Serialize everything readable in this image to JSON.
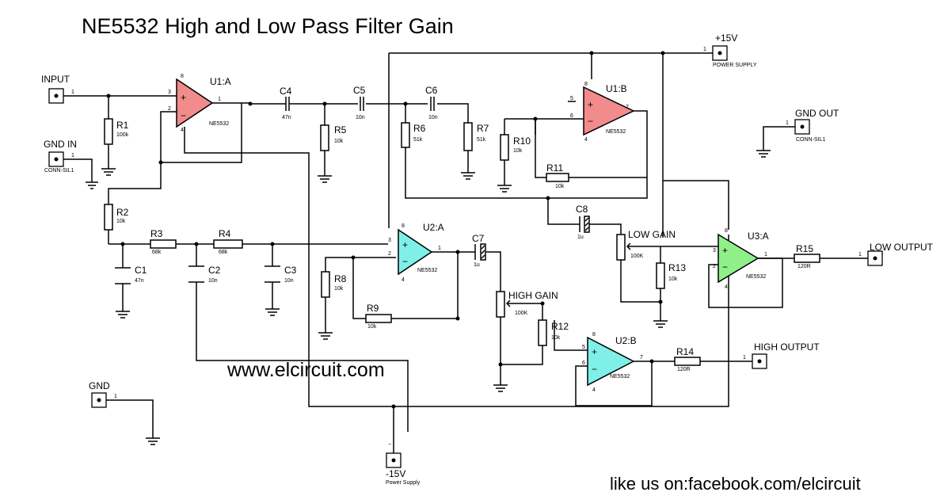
{
  "title": "NE5532 High and Low Pass Filter Gain",
  "website": "www.elcircuit.com",
  "footer": "like us on:facebook.com/elcircuit",
  "colors": {
    "u1": "#f28b8b",
    "u2": "#7ff0e8",
    "u3": "#8ff08a"
  },
  "connectors": {
    "input": "INPUT",
    "gnd_in": "GND IN",
    "gnd_in_sub": "CONN-SIL1",
    "plus15": "+15V",
    "plus15_sub": "POWER SUPPLY",
    "gnd_out": "GND OUT",
    "gnd_out_sub": "CONN-SIL1",
    "low_output": "LOW OUTPUT",
    "high_output": "HIGH OUTPUT",
    "gnd": "GND",
    "minus15": "-15V",
    "minus15_sub": "Power Supply"
  },
  "opamps": {
    "u1a": {
      "name": "U1:A",
      "part": "NE5532"
    },
    "u1b": {
      "name": "U1:B",
      "part": "NE5532"
    },
    "u2a": {
      "name": "U2:A",
      "part": "NE5532"
    },
    "u2b": {
      "name": "U2:B",
      "part": "NE5532"
    },
    "u3a": {
      "name": "U3:A",
      "part": "NE5532"
    }
  },
  "components": {
    "r1": {
      "name": "R1",
      "value": "100k"
    },
    "r2": {
      "name": "R2",
      "value": "10k"
    },
    "r3": {
      "name": "R3",
      "value": "68k"
    },
    "r4": {
      "name": "R4",
      "value": "68k"
    },
    "r5": {
      "name": "R5",
      "value": "10k"
    },
    "r6": {
      "name": "R6",
      "value": "51k"
    },
    "r7": {
      "name": "R7",
      "value": "51k"
    },
    "r8": {
      "name": "R8",
      "value": "10k"
    },
    "r9": {
      "name": "R9",
      "value": "10k"
    },
    "r10": {
      "name": "R10",
      "value": "10k"
    },
    "r11": {
      "name": "R11",
      "value": "10k"
    },
    "r12": {
      "name": "R12",
      "value": "10k"
    },
    "r13": {
      "name": "R13",
      "value": "10k"
    },
    "r14": {
      "name": "R14",
      "value": "120R"
    },
    "r15": {
      "name": "R15",
      "value": "120R"
    },
    "c1": {
      "name": "C1",
      "value": "47n"
    },
    "c2": {
      "name": "C2",
      "value": "10n"
    },
    "c3": {
      "name": "C3",
      "value": "10n"
    },
    "c4": {
      "name": "C4",
      "value": "47n"
    },
    "c5": {
      "name": "C5",
      "value": "10n"
    },
    "c6": {
      "name": "C6",
      "value": "10n"
    },
    "c7": {
      "name": "C7",
      "value": "1u"
    },
    "c8": {
      "name": "C8",
      "value": "1u"
    },
    "low_gain": {
      "name": "LOW GAIN",
      "value": "100K"
    },
    "high_gain": {
      "name": "HIGH GAIN",
      "value": "100K"
    }
  },
  "pins": {
    "one": "1",
    "two": "2",
    "three": "3",
    "five": "5",
    "six": "6",
    "seven": "7",
    "eight": "8",
    "four": "4",
    "plus": "+",
    "minus": "−"
  }
}
